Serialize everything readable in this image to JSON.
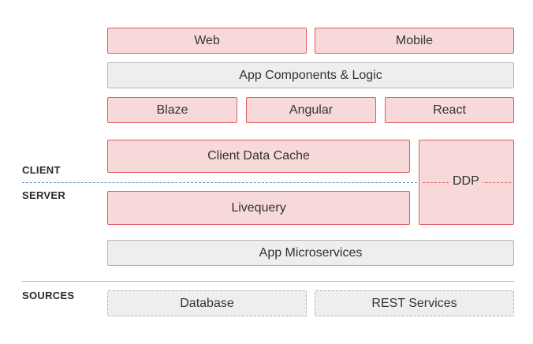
{
  "row_platforms": {
    "web": "Web",
    "mobile": "Mobile"
  },
  "app_components": "App Components & Logic",
  "row_ui": {
    "blaze": "Blaze",
    "angular": "Angular",
    "react": "React"
  },
  "client_data_cache": "Client Data Cache",
  "ddp": "DDP",
  "livequery": "Livequery",
  "app_microservices": "App Microservices",
  "sources": {
    "database": "Database",
    "rest_services": "REST Services"
  },
  "labels": {
    "client": "CLIENT",
    "server": "SERVER",
    "sources": "SOURCES"
  },
  "colors": {
    "layer_fill": "#f8d9da",
    "layer_border": "#e05a5f",
    "neutral_fill": "#eeeeee",
    "neutral_border": "#b5b5b5",
    "client_server_divider": "#5b87b5"
  }
}
